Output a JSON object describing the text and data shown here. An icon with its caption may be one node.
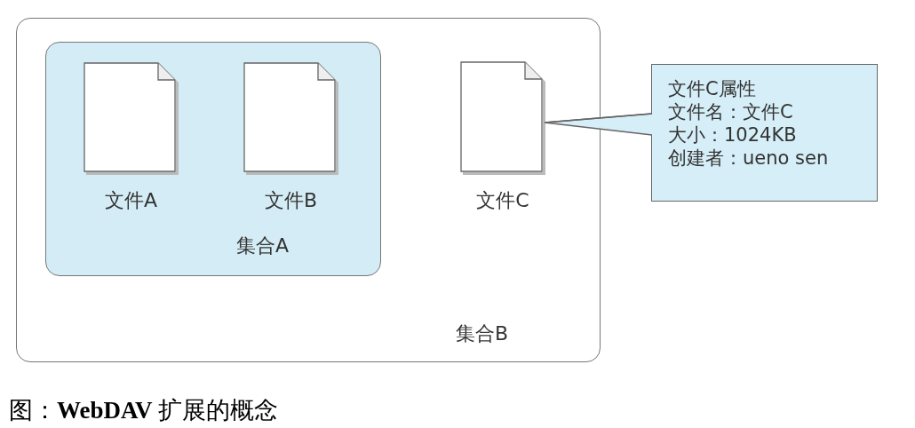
{
  "diagram": {
    "caption": "图：**WebDAV** 扩展的概念",
    "nodes": [
      {
        "text": [
          "集合B"
        ]
      },
      {
        "text": [
          "集合A"
        ],
        "in": 0
      },
      {
        "text": [
          "文件A"
        ],
        "in": 1
      },
      {
        "text": [
          "文件B"
        ],
        "in": 1
      },
      {
        "text": [
          "文件C"
        ],
        "in": 0
      },
      {
        "text": [
          "文件C属性",
          "文件名：文件C",
          "大小：1024KB",
          "创建者：ueno sen"
        ]
      }
    ],
    "edges": [
      {
        "from": 5,
        "to": 4,
        "arrow": "none"
      }
    ]
  }
}
